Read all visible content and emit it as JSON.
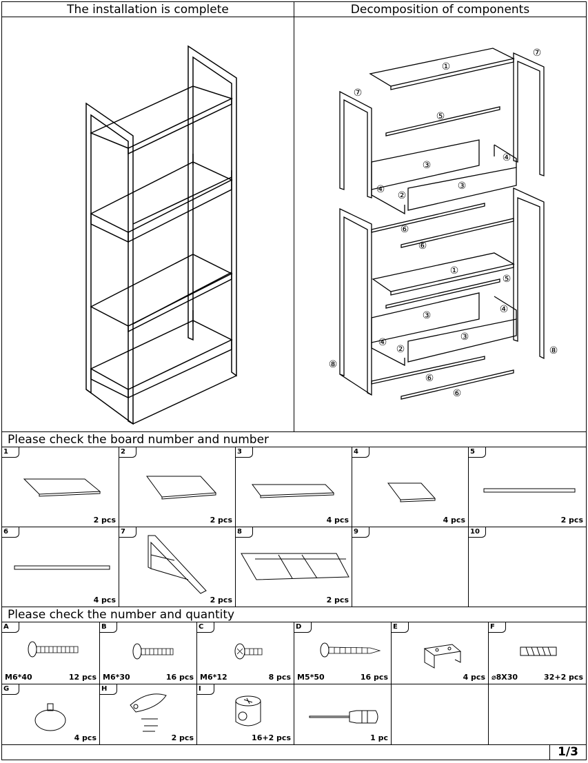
{
  "header": {
    "left_title": "The installation is complete",
    "right_title": "Decomposition of components"
  },
  "exploded_labels": [
    "①",
    "⑤",
    "③",
    "④",
    "②",
    "⑥",
    "⑦",
    "⑧"
  ],
  "boards_section": {
    "title": "Please check the board number and number",
    "items": [
      {
        "no": "1",
        "qty": "2 pcs"
      },
      {
        "no": "2",
        "qty": "2 pcs"
      },
      {
        "no": "3",
        "qty": "4 pcs"
      },
      {
        "no": "4",
        "qty": "4 pcs"
      },
      {
        "no": "5",
        "qty": "2 pcs"
      },
      {
        "no": "6",
        "qty": "4 pcs"
      },
      {
        "no": "7",
        "qty": "2 pcs"
      },
      {
        "no": "8",
        "qty": "2 pcs"
      },
      {
        "no": "9",
        "qty": ""
      },
      {
        "no": "10",
        "qty": ""
      }
    ]
  },
  "hardware_section": {
    "title": "Please check the number and quantity",
    "items": [
      {
        "letter": "A",
        "size": "M6*40",
        "qty": "12 pcs",
        "icon": "bolt-icon"
      },
      {
        "letter": "B",
        "size": "M6*30",
        "qty": "16 pcs",
        "icon": "bolt-icon"
      },
      {
        "letter": "C",
        "size": "M6*12",
        "qty": "8 pcs",
        "icon": "bolt-icon"
      },
      {
        "letter": "D",
        "size": "M5*50",
        "qty": "16 pcs",
        "icon": "wood-screw-icon"
      },
      {
        "letter": "E",
        "size": "",
        "qty": "4 pcs",
        "icon": "bracket-icon"
      },
      {
        "letter": "F",
        "size": "⌀8X30",
        "qty": "32+2 pcs",
        "icon": "dowel-icon"
      },
      {
        "letter": "G",
        "size": "",
        "qty": "4 pcs",
        "icon": "foot-pad-icon"
      },
      {
        "letter": "H",
        "size": "",
        "qty": "2 pcs",
        "icon": "anti-tip-strap-icon"
      },
      {
        "letter": "I",
        "size": "",
        "qty": "16+2 pcs",
        "icon": "cam-lock-icon"
      },
      {
        "letter": "",
        "size": "",
        "qty": "1 pc",
        "icon": "screwdriver-icon"
      },
      {
        "letter": "",
        "size": "",
        "qty": "",
        "icon": ""
      },
      {
        "letter": "",
        "size": "",
        "qty": "",
        "icon": ""
      }
    ]
  },
  "footer": {
    "page": "1/3"
  }
}
